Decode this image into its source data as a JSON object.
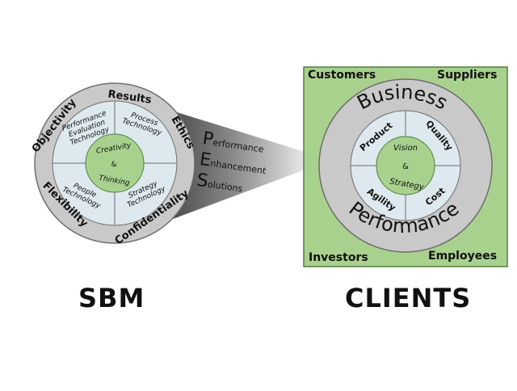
{
  "sbm": {
    "title": "SBM",
    "outer_ring": [
      "Results",
      "Ethics",
      "Confidentiality",
      "Flexibility",
      "Objectivity"
    ],
    "middle_ring": {
      "top_left": [
        "Performance",
        "Evaluation",
        "Technology"
      ],
      "top_right": [
        "Process",
        "Technology"
      ],
      "bottom_left": [
        "People",
        "Technology"
      ],
      "bottom_right": [
        "Strategy",
        "Technology"
      ]
    },
    "center": [
      "Creativity",
      "&",
      "Thinking"
    ]
  },
  "bridge": {
    "lines": [
      {
        "initial": "P",
        "rest": "erformance"
      },
      {
        "initial": "E",
        "rest": "nhancement"
      },
      {
        "initial": "S",
        "rest": "olutions"
      }
    ]
  },
  "clients": {
    "title": "CLIENTS",
    "corners": {
      "top_left": "Customers",
      "top_right": "Suppliers",
      "bottom_left": "Investors",
      "bottom_right": "Employees"
    },
    "outer_ring": {
      "top": "Business",
      "bottom": "Performance"
    },
    "middle_ring": {
      "top_left": "Product",
      "top_right": "Quality",
      "bottom_left": "Agility",
      "bottom_right": "Cost"
    },
    "center": [
      "Vision",
      "&",
      "Strategy"
    ]
  },
  "colors": {
    "green": "#a9d18e",
    "green_dark": "#4f7f3a",
    "light_blue": "#dde9ef",
    "gray_ring": "#c9c9c9",
    "gray_border": "#6d6d6d"
  }
}
